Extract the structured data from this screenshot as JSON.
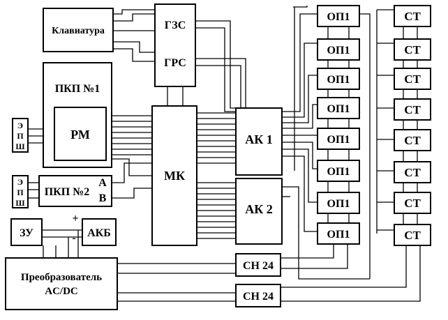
{
  "blocks": {
    "keyboard": "Клавиатура",
    "gzs": "ГЗС",
    "grs": "ГРС",
    "pkp1": "ПКП №1",
    "rm": "РМ",
    "mk": "МК",
    "ak1": "АК 1",
    "ak2": "АК 2",
    "pkp2": "ПКП №2",
    "pkp2_a": "А",
    "pkp2_b": "В",
    "zu": "ЗУ",
    "akb": "АКБ",
    "plus": "+",
    "minus": "-",
    "converter_line1": "Преобразователь",
    "converter_line2": "AC/DC",
    "sn24_top": "СН 24",
    "sn24_bottom": "СН 24"
  },
  "ep_labels": {
    "top": [
      "Э",
      "П",
      "Ш"
    ],
    "bottom": [
      "Э",
      "П",
      "Ш"
    ]
  },
  "op_column": [
    "ОП1",
    "ОП1",
    "ОП1",
    "ОП1",
    "ОП1",
    "ОП1",
    "ОП1",
    "ОП1"
  ],
  "st_column": [
    "СТ",
    "СТ",
    "СТ",
    "СТ",
    "СТ",
    "СТ",
    "СТ",
    "СТ"
  ]
}
